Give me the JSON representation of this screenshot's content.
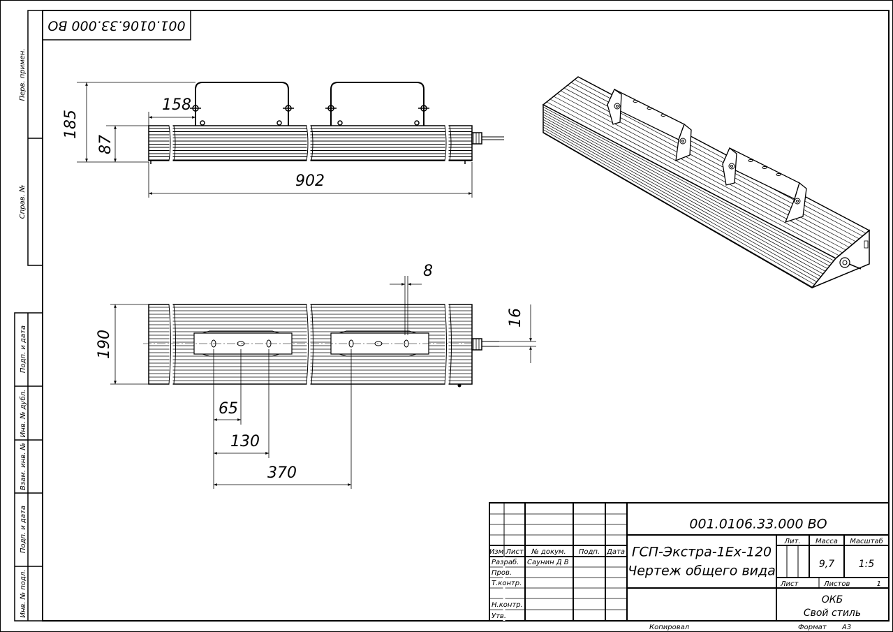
{
  "stamp": {
    "code": "001.0106.33.000 ВО"
  },
  "side_labels": [
    "Перв. примен.",
    "Справ. №",
    "Подп. и дата",
    "Инв. № дубл.",
    "Взам. инв. №",
    "Подп. и дата",
    "Инв. № подл."
  ],
  "dimensions": {
    "bracket_offset": "158",
    "total_height": "185",
    "body_height": "87",
    "length": "902",
    "slot": "8",
    "width": "190",
    "gland": "16",
    "hole_a": "65",
    "hole_b": "130",
    "bracket_spacing": "370"
  },
  "title_block": {
    "doc_code": "001.0106.33.000 ВО",
    "name_line1": "ГСП-Экстра-1Ех-120",
    "name_line2": "Чертеж общего вида",
    "header": {
      "izm": "Изм",
      "list": "Лист",
      "docnum": "№ докум.",
      "sign": "Подп.",
      "date": "Дата"
    },
    "roles": {
      "developed": "Разраб.",
      "checked": "Пров.",
      "tcontrol": "Т.контр.",
      "ncontrol": "Н.контр.",
      "approved": "Утв."
    },
    "developer_name": "Саунин Д В",
    "lit_label": "Лит.",
    "mass_label": "Масса",
    "scale_label": "Масштаб",
    "mass": "9,7",
    "scale": "1:5",
    "sheet_label": "Лист",
    "sheets_label": "Листов",
    "sheets_count": "1",
    "org_line1": "ОКБ",
    "org_line2": "Свой стиль"
  },
  "footer": {
    "copied": "Копировал",
    "format_label": "Формат",
    "format": "А3"
  }
}
